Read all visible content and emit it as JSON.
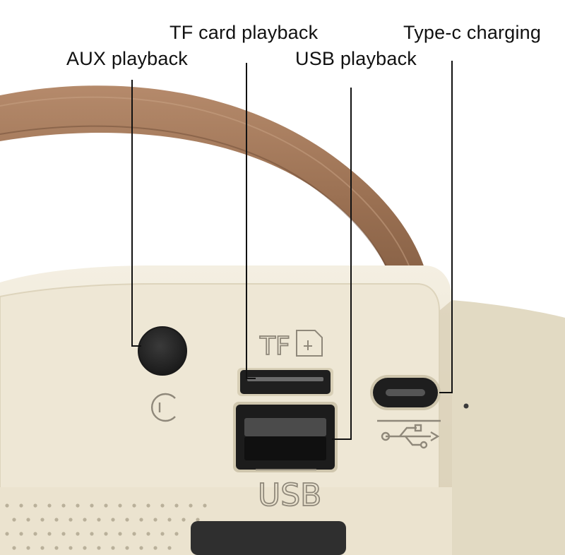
{
  "callouts": {
    "tf": "TF card playback",
    "type_c": "Type-c charging",
    "aux": "AUX playback",
    "usb": "USB playback"
  },
  "markings": {
    "tf": "TF",
    "usb": "USB"
  },
  "colors": {
    "strap": "#9a7052",
    "body": "#eee7d5",
    "port": "#2c2c2c",
    "leader_line": "#111111"
  },
  "icons": {
    "aux_port": "headphone-icon",
    "tf_slot": "sd-card-icon",
    "charging": "usb-symbol-icon"
  }
}
